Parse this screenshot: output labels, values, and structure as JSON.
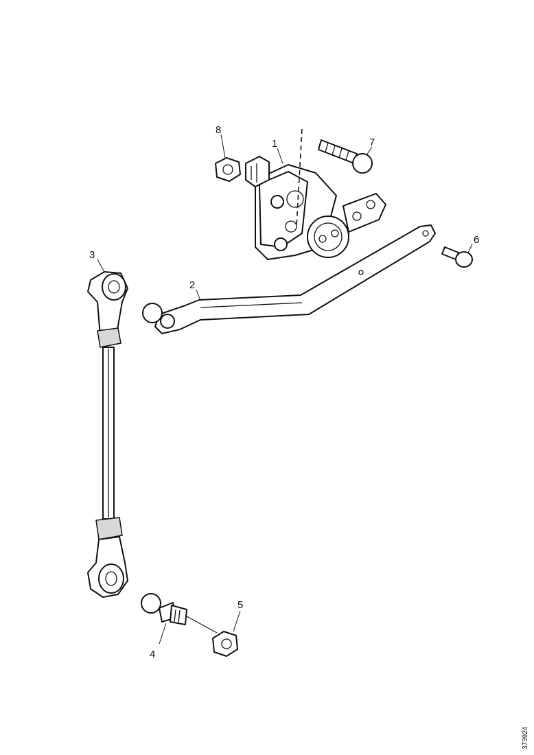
{
  "callouts": {
    "c1": "1",
    "c2": "2",
    "c3": "3",
    "c4": "4",
    "c5": "5",
    "c6": "6",
    "c7": "7",
    "c8": "8"
  },
  "reference_number": "373924"
}
